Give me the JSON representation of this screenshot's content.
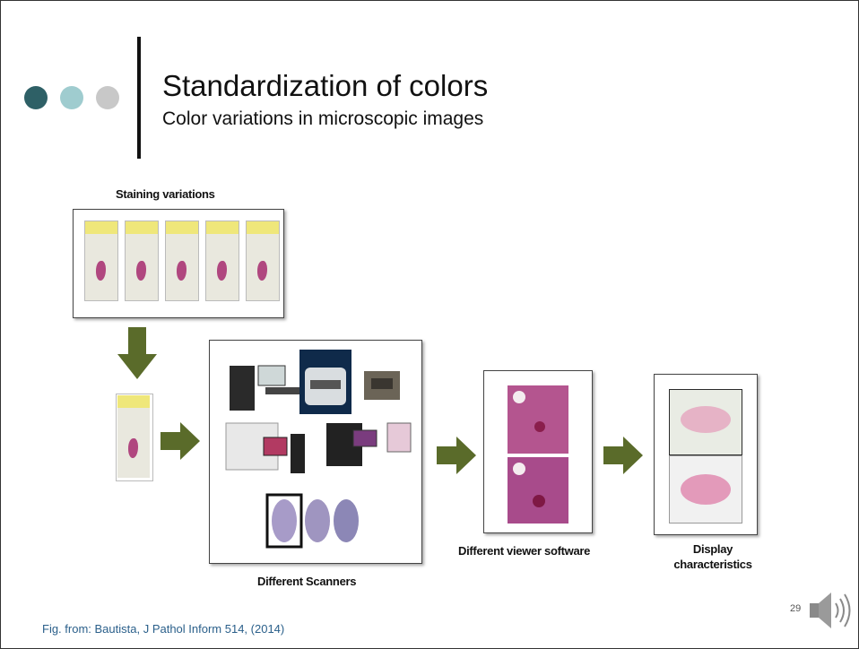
{
  "header": {
    "title": "Standardization of colors",
    "subtitle": "Color variations in microscopic images",
    "dot_colors": [
      "#2e6066",
      "#9fcccf",
      "#c8c8c8"
    ]
  },
  "figure": {
    "label_staining": "Staining variations",
    "label_scanners": "Different Scanners",
    "label_viewer": "Different viewer software",
    "label_display_line1": "Display",
    "label_display_line2": "characteristics",
    "arrow_color": "#5a6b2a"
  },
  "footer": {
    "citation": "Fig. from: Bautista, J Pathol Inform 514, (2014)",
    "page_number": "29",
    "audio_icon": "speaker-icon"
  }
}
